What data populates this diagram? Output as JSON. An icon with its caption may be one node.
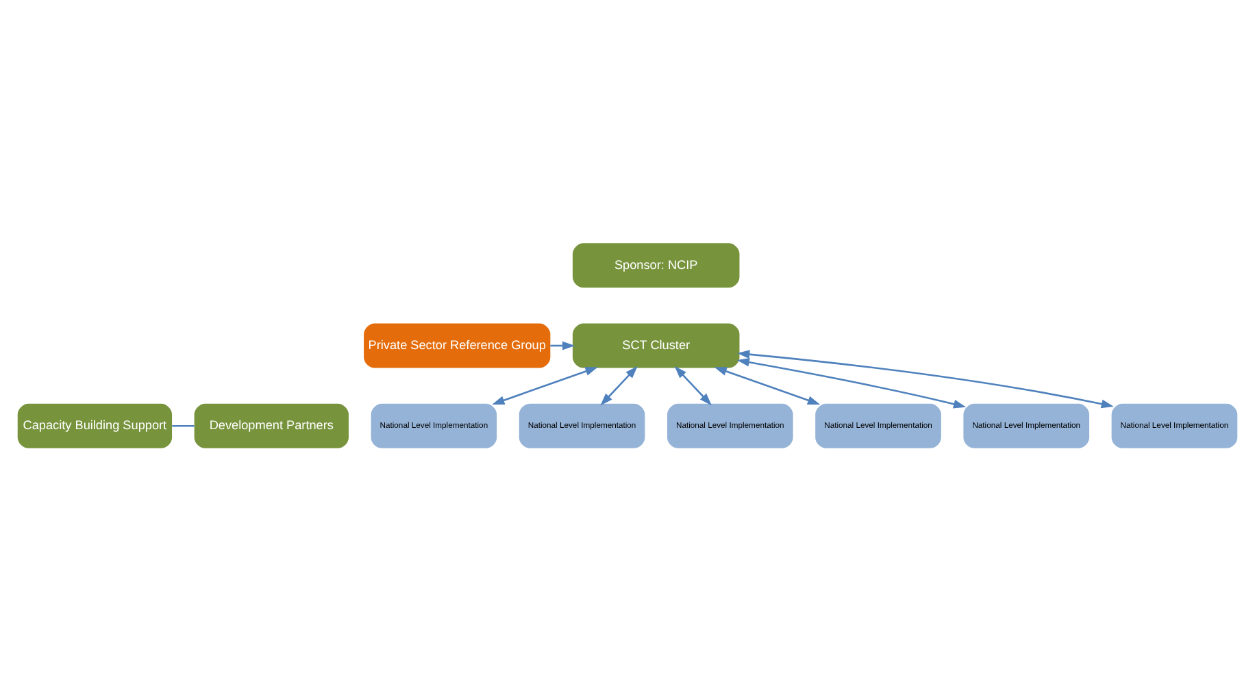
{
  "diagram": {
    "nodes": [
      {
        "text": [
          "Sponsor: NCIP"
        ]
      },
      {
        "text": [
          "SCT Cluster"
        ]
      },
      {
        "text": [
          "Private Sector Reference Group"
        ]
      },
      {
        "text": [
          "Capacity Building Support"
        ]
      },
      {
        "text": [
          "Development Partners"
        ]
      },
      {
        "text": [
          "National Level Implementation"
        ]
      },
      {
        "text": [
          "National Level Implementation"
        ]
      },
      {
        "text": [
          "National Level Implementation"
        ]
      },
      {
        "text": [
          "National Level Implementation"
        ]
      },
      {
        "text": [
          "National Level Implementation"
        ]
      },
      {
        "text": [
          "National Level Implementation"
        ]
      }
    ],
    "edges": [
      {
        "from": 2,
        "to": 1,
        "arrow": "to"
      },
      {
        "from": 3,
        "to": 4,
        "arrow": "none"
      },
      {
        "from": 1,
        "to": 5,
        "arrow": "both"
      },
      {
        "from": 1,
        "to": 6,
        "arrow": "both"
      },
      {
        "from": 1,
        "to": 7,
        "arrow": "both"
      },
      {
        "from": 1,
        "to": 8,
        "arrow": "both"
      },
      {
        "from": 1,
        "to": 9,
        "arrow": "both"
      },
      {
        "from": 1,
        "to": 10,
        "arrow": "both"
      }
    ]
  }
}
